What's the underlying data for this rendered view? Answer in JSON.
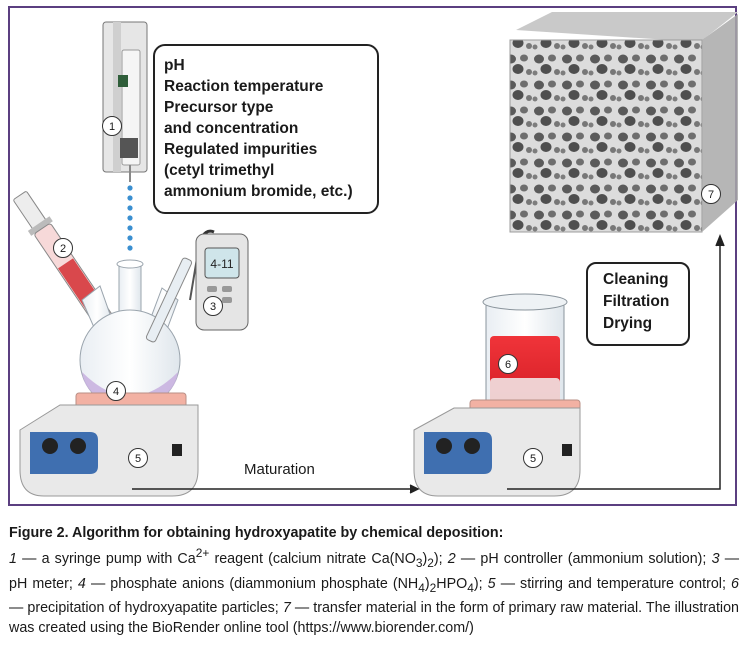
{
  "parameters_box": {
    "lines": [
      "pH",
      "Reaction temperature",
      "Precursor type",
      "and concentration",
      "Regulated impurities",
      "(cetyl trimethyl",
      "ammonium bromide, etc.)"
    ]
  },
  "process_box": {
    "lines": [
      "Cleaning",
      "Filtration",
      "Drying"
    ]
  },
  "maturation_label": "Maturation",
  "ph_display": "4-11",
  "markers": [
    "1",
    "2",
    "3",
    "4",
    "5",
    "5",
    "6",
    "7"
  ],
  "caption": {
    "title": "Figure 2. Algorithm for obtaining hydroxyapatite by chemical deposition:",
    "items": [
      {
        "n": "1",
        "text": " — a syringe pump with Ca"
      },
      {
        "sup": "2+"
      },
      {
        "text": " reagent (calcium nitrate Ca(NO"
      },
      {
        "sub": "3"
      },
      {
        "text": ")"
      },
      {
        "sub": "2"
      },
      {
        "text": "); "
      },
      {
        "n": "2",
        "text": " — pH controller (ammonium solution); "
      },
      {
        "n": "3",
        "text": " — pH meter; "
      },
      {
        "n": "4",
        "text": " — phosphate anions (diammonium phosphate (NH"
      },
      {
        "sub": "4"
      },
      {
        "text": ")"
      },
      {
        "sub": "2"
      },
      {
        "text": "HPO"
      },
      {
        "sub": "4"
      },
      {
        "text": "); "
      },
      {
        "n": "5",
        "text": " — stirring and temperature control; "
      },
      {
        "n": "6",
        "text": " — precipitation of hydroxyapatite particles; "
      },
      {
        "n": "7",
        "text": " — transfer material in the form of primary raw material. The illustration was created using the BioRender online tool (https://www.biorender.com/)"
      }
    ]
  },
  "colors": {
    "frame": "#5b3f80",
    "solution_red": "#e0232a",
    "flask_liquid": "#c9b3e0",
    "stirrer_blue": "#3f6fb0",
    "hotplate_top": "#f2b1a3"
  }
}
